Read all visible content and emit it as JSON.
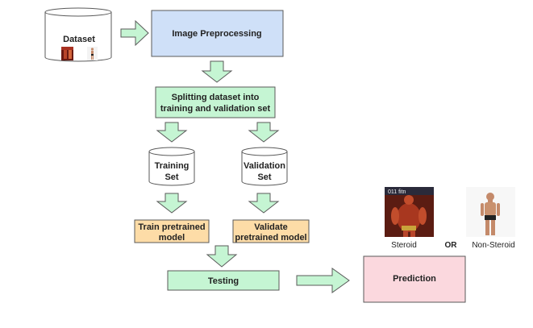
{
  "nodes": {
    "dataset": {
      "label": "Dataset"
    },
    "preprocessing": {
      "label": "Image Preprocessing"
    },
    "splitting": {
      "line1": "Splitting dataset into",
      "line2": "training and validation set"
    },
    "training_set": {
      "line1": "Training",
      "line2": "Set"
    },
    "validation_set": {
      "line1": "Validation",
      "line2": "Set"
    },
    "train_model": {
      "line1": "Train pretrained",
      "line2": "model"
    },
    "validate_model": {
      "line1": "Validate",
      "line2": "pretrained model"
    },
    "testing": {
      "label": "Testing"
    },
    "prediction": {
      "label": "Prediction"
    }
  },
  "outcomes": {
    "steroid_label": "Steroid",
    "or_label": "OR",
    "non_steroid_label": "Non-Steroid"
  },
  "colors": {
    "preprocessing_fill": "#cfe0f8",
    "process_fill": "#c5f5d3",
    "model_fill": "#fddca7",
    "prediction_fill": "#fbd8de",
    "arrow_fill": "#c5f5d3",
    "stroke": "#5a5a5a"
  }
}
